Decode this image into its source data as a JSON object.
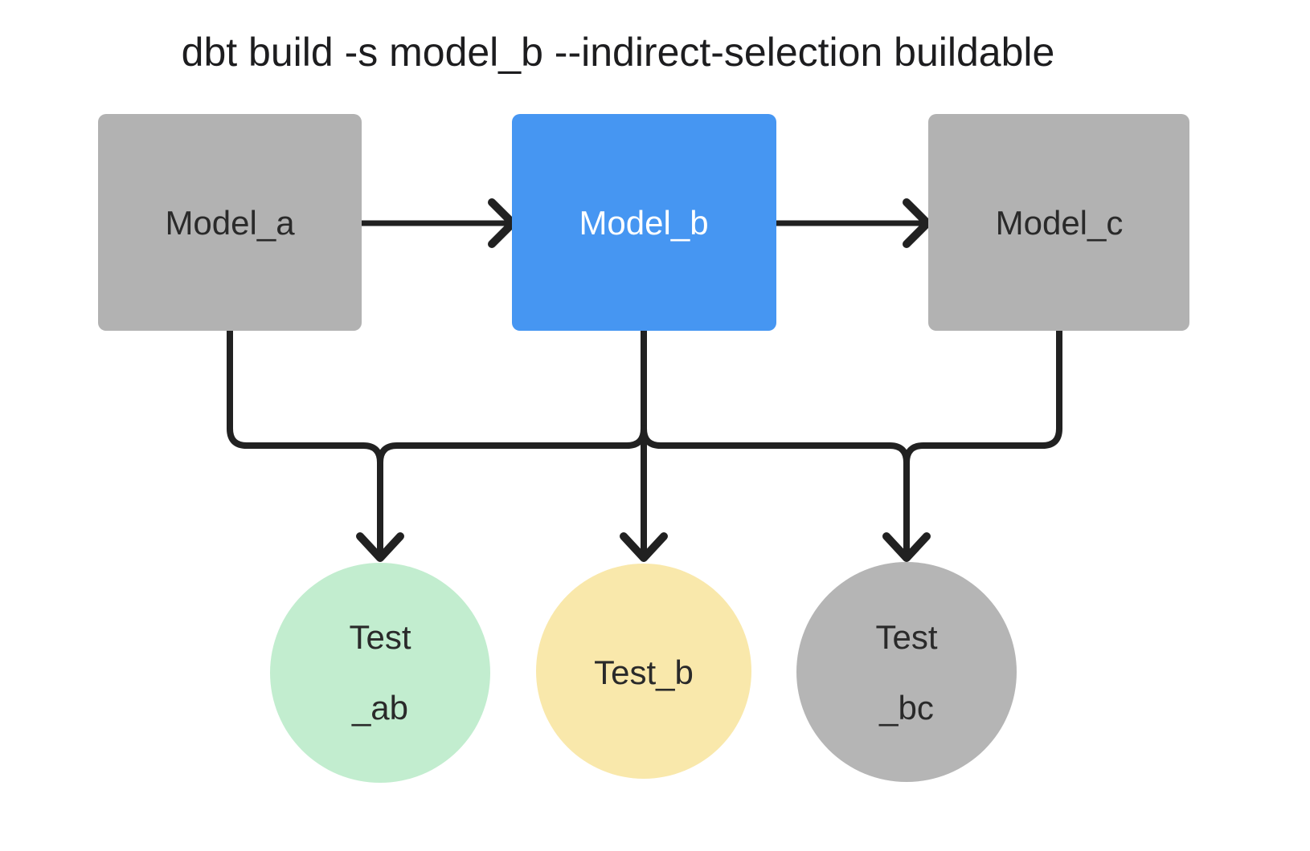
{
  "title": "dbt build -s model_b --indirect-selection buildable",
  "colors": {
    "background": "#ffffff",
    "title_color": "#1d1d1f",
    "edge_stroke": "#212121",
    "label_dark": "#2a2a2a",
    "label_light": "#ffffff",
    "model_default_fill": "#b2b2b2",
    "model_selected_fill": "#4696f2",
    "test_ab_fill": "#c2edcf",
    "test_b_fill": "#f9e8ab",
    "test_bc_fill": "#b5b5b5"
  },
  "nodes": {
    "model_a": {
      "label": "Model_a",
      "type": "model",
      "fill": "#b2b2b2"
    },
    "model_b": {
      "label": "Model_b",
      "type": "model",
      "fill": "#4696f2"
    },
    "model_c": {
      "label": "Model_c",
      "type": "model",
      "fill": "#b2b2b2"
    },
    "test_ab": {
      "line1": "Test",
      "line2": "_ab",
      "type": "test",
      "fill": "#c2edcf"
    },
    "test_b": {
      "label": "Test_b",
      "type": "test",
      "fill": "#f9e8ab"
    },
    "test_bc": {
      "line1": "Test",
      "line2": "_bc",
      "type": "test",
      "fill": "#b5b5b5"
    }
  },
  "edges": [
    {
      "from": "model_a",
      "to": "model_b"
    },
    {
      "from": "model_b",
      "to": "model_c"
    },
    {
      "from": "model_a",
      "to": "test_ab"
    },
    {
      "from": "model_b",
      "to": "test_ab"
    },
    {
      "from": "model_b",
      "to": "test_b"
    },
    {
      "from": "model_b",
      "to": "test_bc"
    },
    {
      "from": "model_c",
      "to": "test_bc"
    }
  ]
}
